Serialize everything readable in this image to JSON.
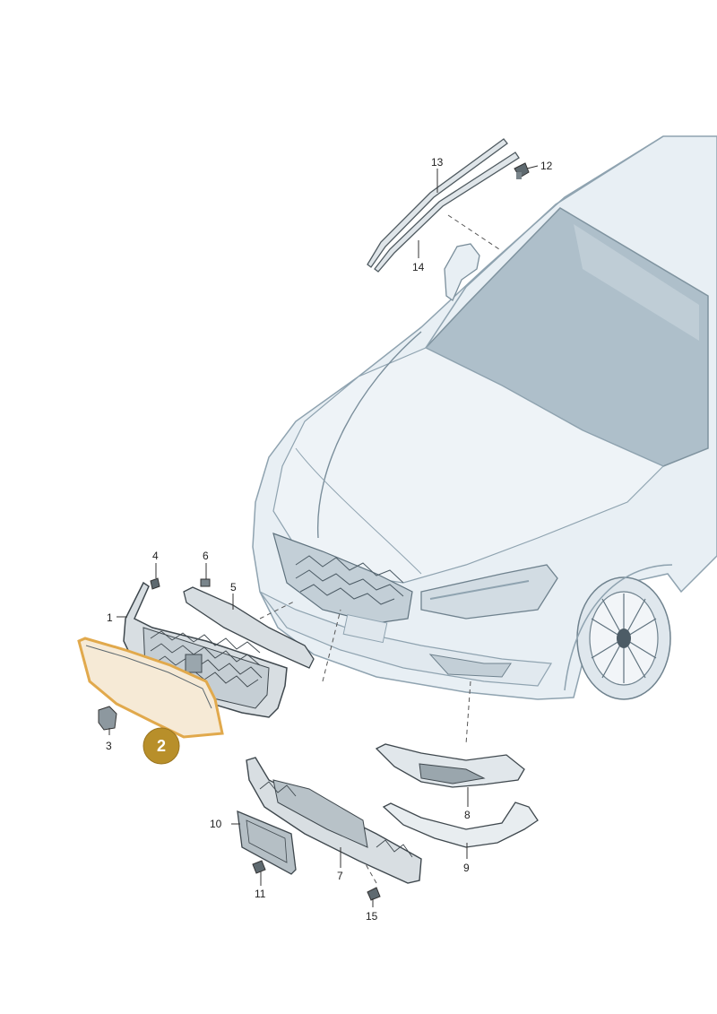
{
  "callouts": {
    "c1": "1",
    "c2": "2",
    "c3": "3",
    "c4": "4",
    "c5": "5",
    "c6": "6",
    "c7": "7",
    "c8": "8",
    "c9": "9",
    "c10": "10",
    "c11": "11",
    "c12": "12",
    "c13": "13",
    "c14": "14",
    "c15": "15"
  },
  "highlight_part": "2",
  "colors": {
    "car_fill": "#e8eff4",
    "car_stroke": "#8fa3b0",
    "glass": "#aebfca",
    "part_fill": "#dfe5e9",
    "part_stroke": "#4f5a60",
    "highlight_fill": "#f6ead6",
    "highlight_stroke": "#e1a94c",
    "badge": "#b88f2a",
    "leader": "#333333"
  }
}
